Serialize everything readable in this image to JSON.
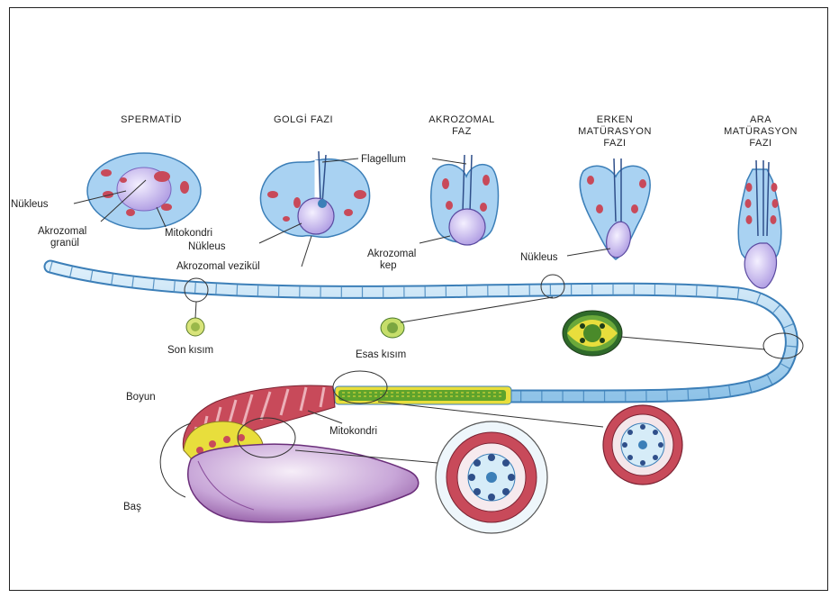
{
  "stages": [
    {
      "title_lines": [
        "SPERMATİD"
      ]
    },
    {
      "title_lines": [
        "GOLGİ FAZI"
      ]
    },
    {
      "title_lines": [
        "AKROZOMAL",
        "FAZ"
      ]
    },
    {
      "title_lines": [
        "ERKEN",
        "MATÜRASYON",
        "FAZI"
      ]
    },
    {
      "title_lines": [
        "ARA",
        "MATÜRASYON",
        "FAZI"
      ]
    }
  ],
  "labels": {
    "nukleus_1": "Nükleus",
    "akrozomal_granul_1": "Akrozomal",
    "akrozomal_granul_2": "granül",
    "mitokondri_1": "Mitokondri",
    "flagellum": "Flagellum",
    "nukleus_2": "Nükleus",
    "akrozomal_vezikul": "Akrozomal vezikül",
    "akrozomal_kep_1": "Akrozomal",
    "akrozomal_kep_2": "kep",
    "nukleus_3": "Nükleus",
    "son_kisim": "Son kısım",
    "esas_kisim": "Esas kısım",
    "boyun": "Boyun",
    "mitokondri_2": "Mitokondri",
    "bas": "Baş"
  },
  "colors": {
    "cell_blue": "#a9d2f2",
    "cell_outline": "#3c7fb8",
    "nucleus_violet": "#c8b6ee",
    "mito_red": "#c84a5a",
    "tail_blue": "#bcdcf3",
    "midpiece_green": "#5ea32c",
    "yellow": "#e8de3c",
    "head_purple": "#b58cc9"
  }
}
